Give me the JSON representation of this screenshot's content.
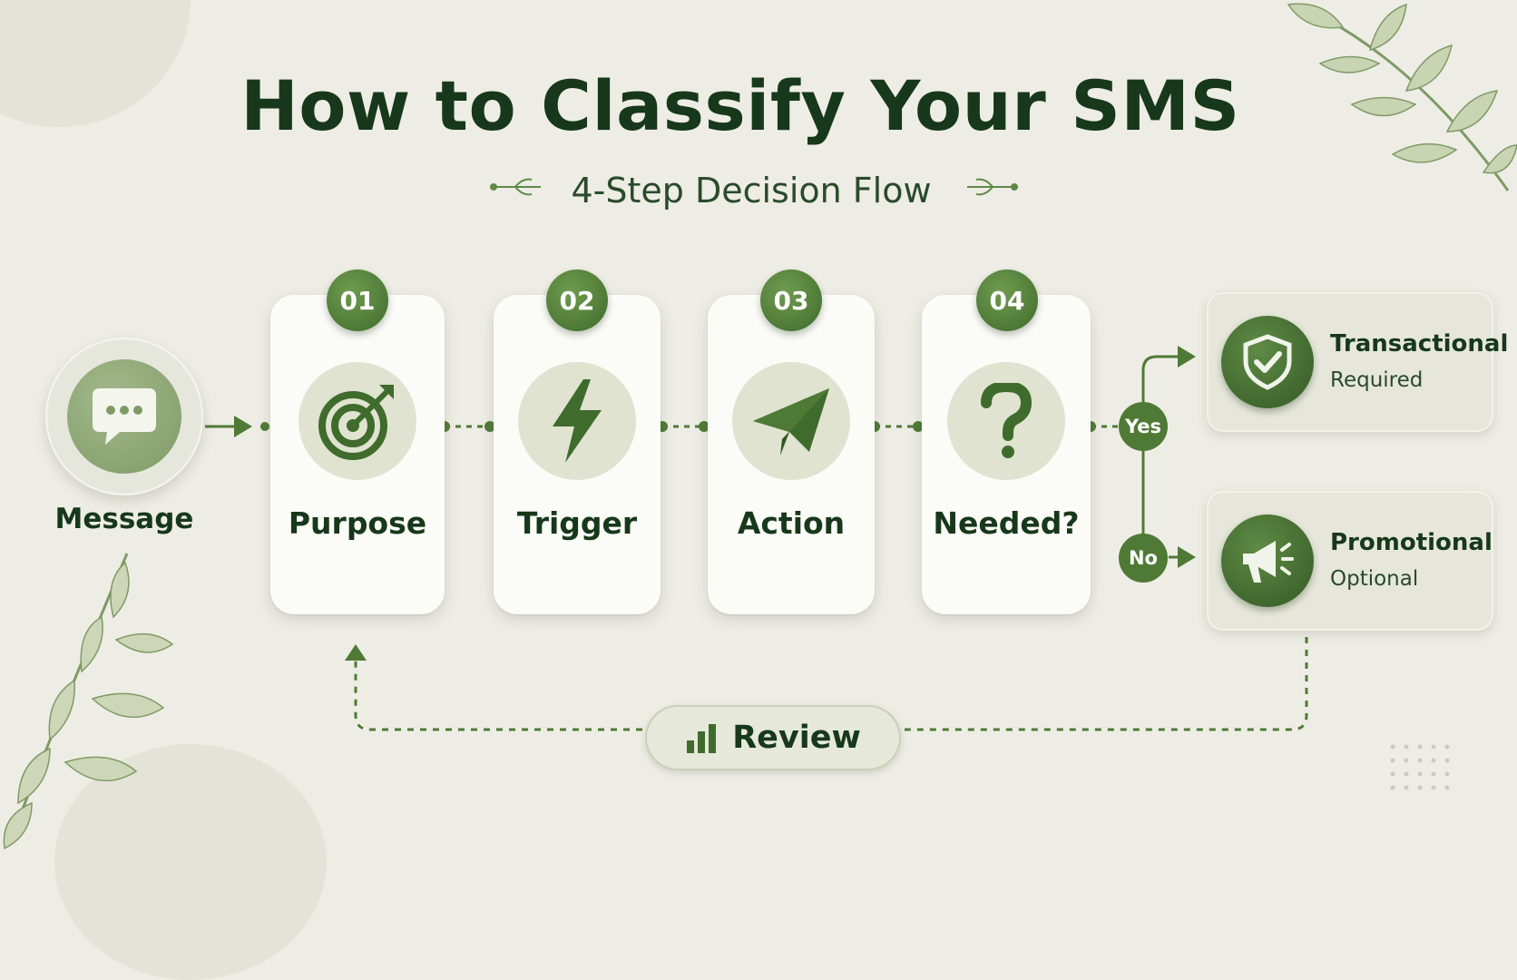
{
  "title": "How to Classify Your SMS",
  "subtitle": "4-Step Decision Flow",
  "start": {
    "label": "Message",
    "icon": "chat-bubble-icon"
  },
  "steps": [
    {
      "number": "01",
      "label": "Purpose",
      "icon": "target-icon"
    },
    {
      "number": "02",
      "label": "Trigger",
      "icon": "lightning-icon"
    },
    {
      "number": "03",
      "label": "Action",
      "icon": "paper-plane-icon"
    },
    {
      "number": "04",
      "label": "Needed?",
      "icon": "question-icon"
    }
  ],
  "decision": {
    "yes": "Yes",
    "no": "No"
  },
  "outcomes": [
    {
      "title": "Transactional",
      "subtitle": "Required",
      "icon": "shield-check-icon"
    },
    {
      "title": "Promotional",
      "subtitle": "Optional",
      "icon": "megaphone-icon"
    }
  ],
  "review": {
    "label": "Review",
    "icon": "bar-chart-icon"
  },
  "colors": {
    "background": "#eeede5",
    "primary_green": "#4f7a36",
    "dark_text": "#17381a",
    "card": "#fbfbf8"
  }
}
